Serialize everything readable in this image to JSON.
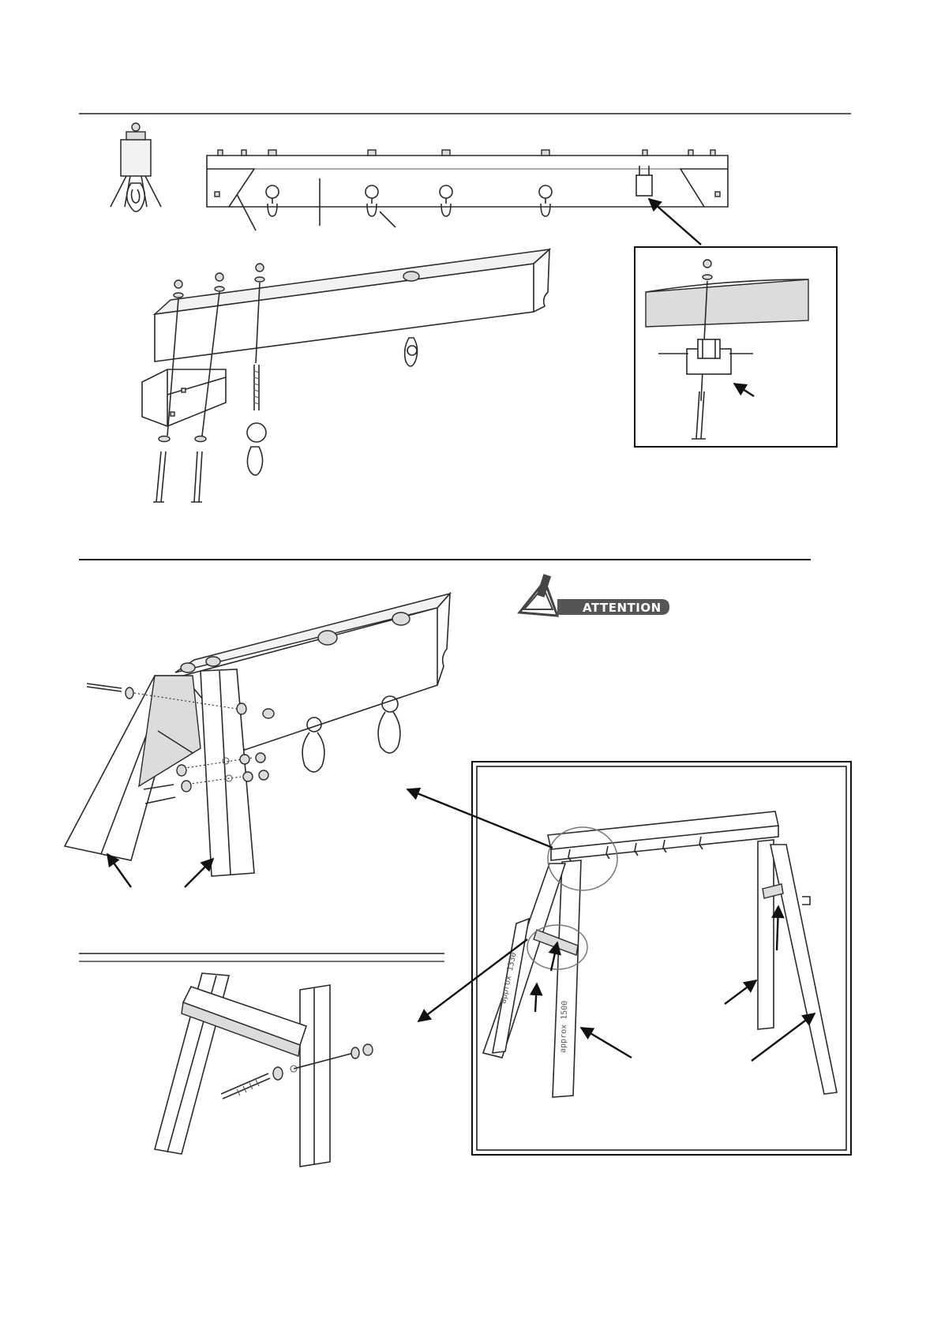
{
  "attention": {
    "label": "ATTENTION"
  },
  "leg_labels": {
    "left": "approx 1330",
    "front": "approx 1500"
  }
}
